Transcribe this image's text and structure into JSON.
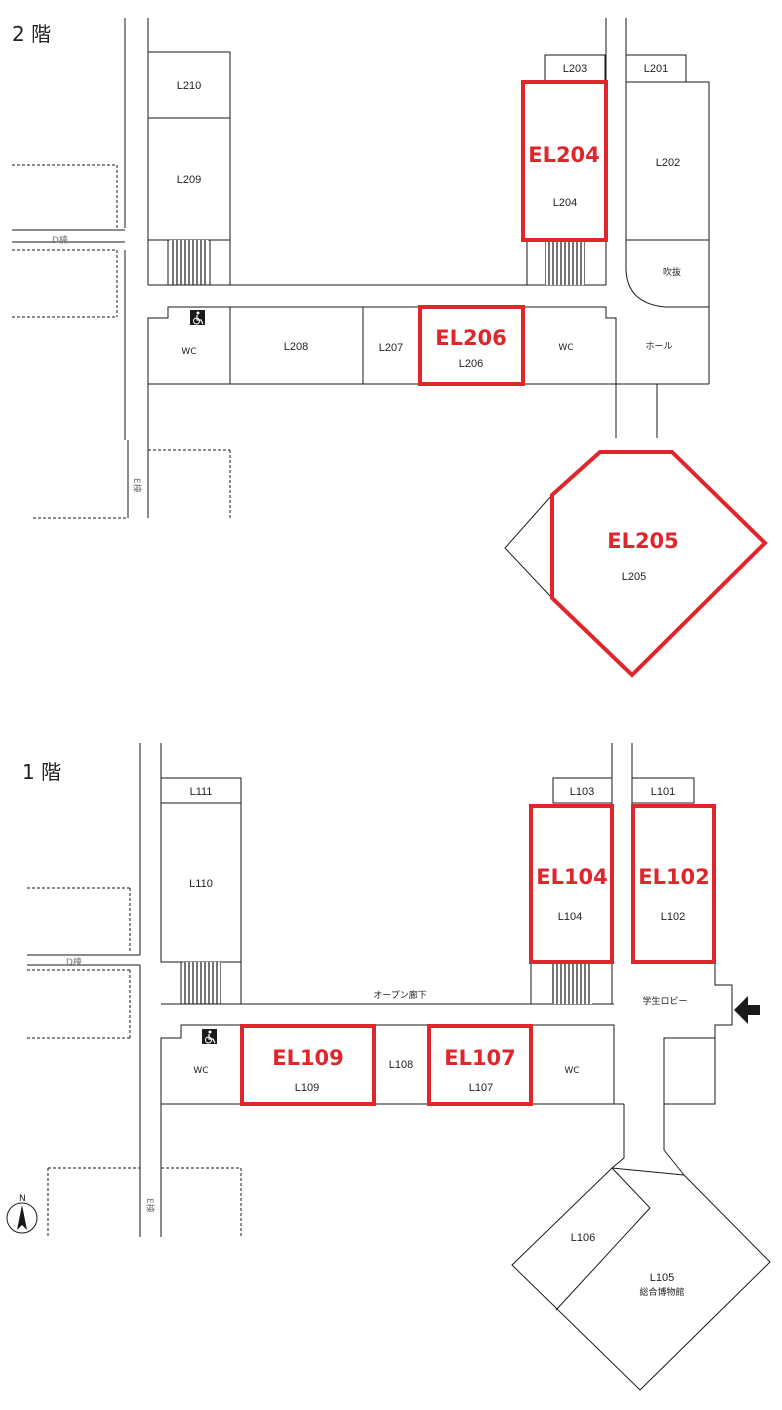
{
  "floors": {
    "f2": {
      "title": "2 階",
      "rooms": {
        "l201": "L201",
        "l202": "L202",
        "l203": "L203",
        "l204": "L204",
        "l205": "L205",
        "l206": "L206",
        "l207": "L207",
        "l208": "L208",
        "l209": "L209",
        "l210": "L210",
        "wc_left": "WC",
        "wc_right": "WC",
        "hall": "ホール",
        "atrium": "吹抜"
      },
      "highlights": {
        "el204": "EL204",
        "el205": "EL205",
        "el206": "EL206"
      },
      "buildings": {
        "d": "D棟",
        "e": "E棟"
      }
    },
    "f1": {
      "title": "1 階",
      "rooms": {
        "l101": "L101",
        "l102": "L102",
        "l103": "L103",
        "l104": "L104",
        "l105": "L105",
        "l106": "L106",
        "l107": "L107",
        "l108": "L108",
        "l109": "L109",
        "l110": "L110",
        "l111": "L111",
        "wc_left": "WC",
        "wc_right": "WC",
        "museum": "総合博物館",
        "lobby": "学生ロビー",
        "corridor": "オープン廊下"
      },
      "highlights": {
        "el102": "EL102",
        "el104": "EL104",
        "el107": "EL107",
        "el109": "EL109"
      },
      "buildings": {
        "d": "D棟",
        "e": "E棟"
      }
    }
  },
  "compass": {
    "north": "N"
  },
  "colors": {
    "highlight": "#e0262b",
    "wall": "#1a1a1a"
  },
  "icons": {
    "accessible": "wheelchair-icon",
    "entrance": "entrance-arrow-icon",
    "compass": "north-compass-icon"
  }
}
